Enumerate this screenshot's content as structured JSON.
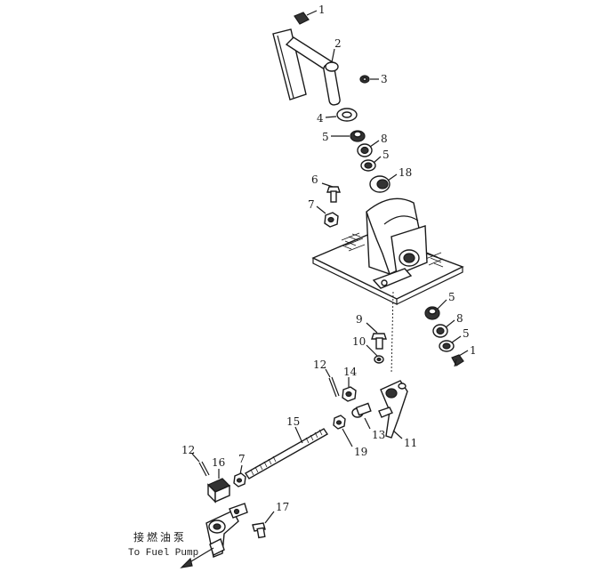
{
  "caption": {
    "chinese": "接燃油泵",
    "english": "To Fuel Pump"
  },
  "labels": {
    "p1a": "1",
    "p2": "2",
    "p3": "3",
    "p4": "4",
    "p5a": "5",
    "p8a": "8",
    "p5b": "5",
    "p18": "18",
    "p6": "6",
    "p7a": "7",
    "p5c": "5",
    "p8b": "8",
    "p5d": "5",
    "p1b": "1",
    "p9": "9",
    "p10": "10",
    "p12a": "12",
    "p14": "14",
    "p13": "13",
    "p11": "11",
    "p15": "15",
    "p19": "19",
    "p12b": "12",
    "p16": "16",
    "p7b": "7",
    "p17": "17"
  }
}
